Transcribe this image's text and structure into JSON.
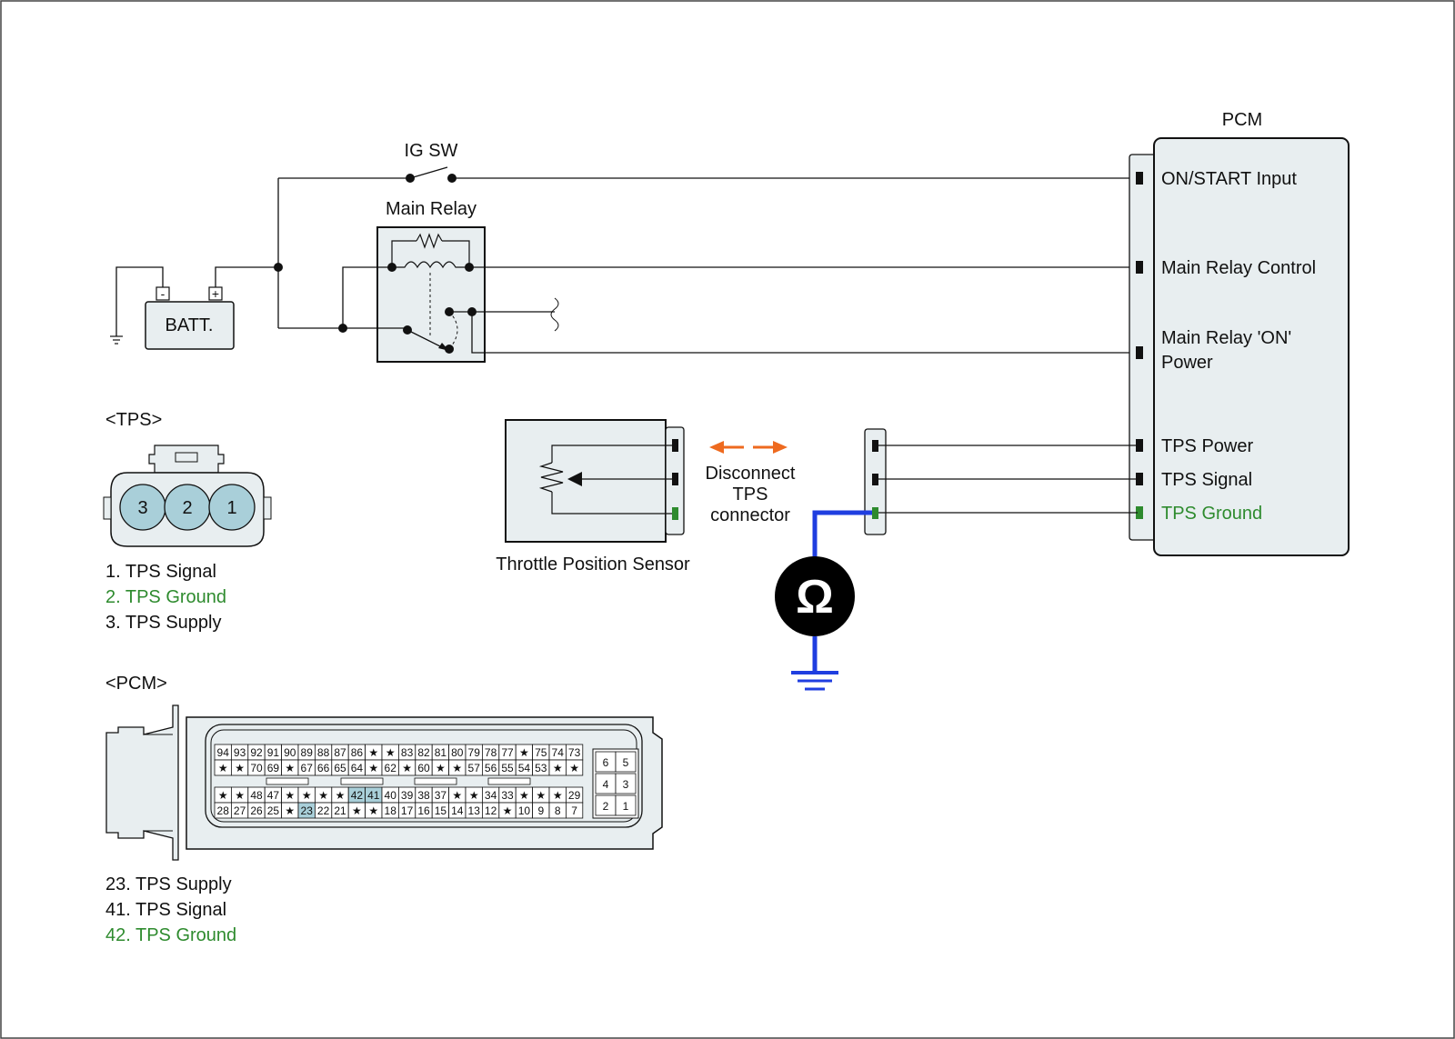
{
  "colors": {
    "wire": "#111111",
    "box_fill": "#e8eef0",
    "pin_highlight": "#a9cfd9",
    "ground_highlight": "#2e8b2e",
    "meter_lead": "#1f3ee0",
    "disconnect_arrow": "#ee6a1f"
  },
  "labels": {
    "ig_sw": "IG SW",
    "main_relay": "Main Relay",
    "battery": "BATT.",
    "battery_minus": "-",
    "battery_plus": "+",
    "pcm_title": "PCM",
    "tps_sensor": "Throttle Position Sensor",
    "disconnect": [
      "Disconnect",
      "TPS",
      "connector"
    ],
    "ohm": "Ω"
  },
  "pcm_terminals": [
    {
      "label": [
        "ON/START Input"
      ],
      "highlight": false
    },
    {
      "label": [
        "Main Relay Control"
      ],
      "highlight": false
    },
    {
      "label": [
        "Main Relay 'ON'",
        "Power"
      ],
      "highlight": false
    },
    {
      "label": [
        "TPS Power"
      ],
      "highlight": false
    },
    {
      "label": [
        "TPS Signal"
      ],
      "highlight": false
    },
    {
      "label": [
        "TPS Ground"
      ],
      "highlight": true
    }
  ],
  "tps_connector": {
    "title": "<TPS>",
    "pins": [
      "3",
      "2",
      "1"
    ],
    "legend": [
      {
        "text": "1. TPS Signal",
        "highlight": false
      },
      {
        "text": "2. TPS Ground",
        "highlight": true
      },
      {
        "text": "3. TPS Supply",
        "highlight": false
      }
    ]
  },
  "pcm_connector": {
    "title": "<PCM>",
    "rows": [
      [
        "94",
        "93",
        "92",
        "91",
        "90",
        "89",
        "88",
        "87",
        "86",
        "★",
        "★",
        "83",
        "82",
        "81",
        "80",
        "79",
        "78",
        "77",
        "★",
        "75",
        "74",
        "73"
      ],
      [
        "★",
        "★",
        "70",
        "69",
        "★",
        "67",
        "66",
        "65",
        "64",
        "★",
        "62",
        "★",
        "60",
        "★",
        "★",
        "57",
        "56",
        "55",
        "54",
        "53",
        "★",
        "★"
      ],
      [
        "★",
        "★",
        "48",
        "47",
        "★",
        "★",
        "★",
        "★",
        "42",
        "41",
        "40",
        "39",
        "38",
        "37",
        "★",
        "★",
        "34",
        "33",
        "★",
        "★",
        "★",
        "29"
      ],
      [
        "28",
        "27",
        "26",
        "25",
        "★",
        "23",
        "22",
        "21",
        "★",
        "★",
        "18",
        "17",
        "16",
        "15",
        "14",
        "13",
        "12",
        "★",
        "10",
        "9",
        "8",
        "7"
      ]
    ],
    "highlighted_pins": [
      "42",
      "41",
      "23"
    ],
    "small_block": [
      [
        "6",
        "5"
      ],
      [
        "4",
        "3"
      ],
      [
        "2",
        "1"
      ]
    ],
    "legend": [
      {
        "text": "23. TPS Supply",
        "highlight": false
      },
      {
        "text": "41. TPS Signal",
        "highlight": false
      },
      {
        "text": "42. TPS Ground",
        "highlight": true
      }
    ]
  }
}
